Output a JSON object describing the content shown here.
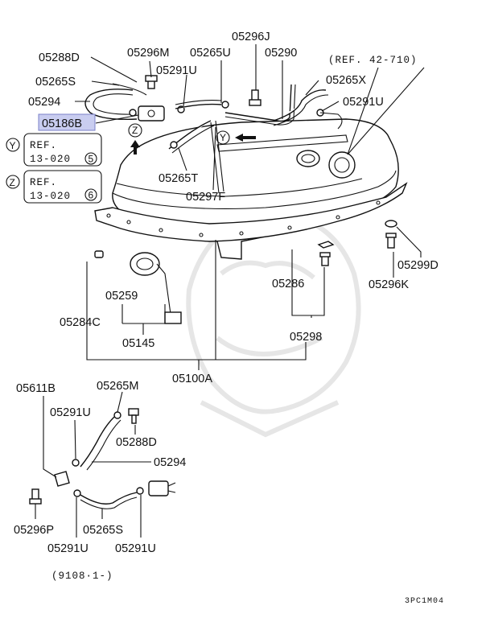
{
  "labels": {
    "l05288D_top": "05288D",
    "l05296M": "05296M",
    "l05296J": "05296J",
    "l05265U": "05265U",
    "l05290": "05290",
    "l05291U_a": "05291U",
    "l05265S_top": "05265S",
    "lRef42": "(REF. 42-710)",
    "l05265X": "05265X",
    "l05294_top": "05294",
    "l05291U_b": "05291U",
    "l05186B": "05186B",
    "l05265T": "05265T",
    "l05297F": "05297F",
    "l05299D": "05299D",
    "l05296K": "05296K",
    "l05259": "05259",
    "l05286": "05286",
    "l05284C": "05284C",
    "l05145": "05145",
    "l05298": "05298",
    "l05100A": "05100A",
    "l05611B": "05611B",
    "l05265M": "05265M",
    "l05291U_c": "05291U",
    "l05288D_bot": "05288D",
    "l05294_bot": "05294",
    "l05296P": "05296P",
    "l05265S_bot": "05265S",
    "l05291U_d": "05291U",
    "l05291U_e": "05291U",
    "date": "(9108·1-)",
    "code": "3PC1M04"
  },
  "refs": {
    "y_marker": "Y",
    "y_text1": "REF.",
    "y_text2": "13-020",
    "y_circ": "5",
    "z_marker": "Z",
    "z_text1": "REF.",
    "z_text2": "13-020",
    "z_circ": "6",
    "tank_z": "Z",
    "tank_y": "Y"
  },
  "highlight_color": "#c9cdf0"
}
